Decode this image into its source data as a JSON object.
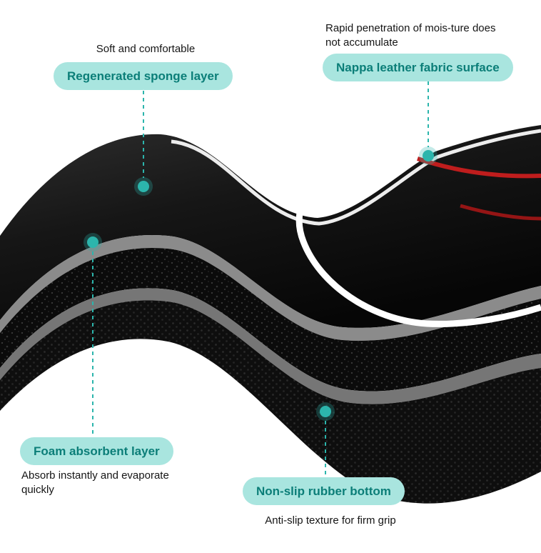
{
  "colors": {
    "accent_teal": "#2cb5ac",
    "badge_bg": "#a9e5df",
    "badge_text": "#0b7e78",
    "note_text": "#151515",
    "product_black": "#111111",
    "stripe_white": "#ffffff",
    "stripe_red": "#b51c1c",
    "background": "#ffffff"
  },
  "callouts": {
    "sponge": {
      "note": "Soft and comfortable",
      "label": "Regenerated sponge layer"
    },
    "leather": {
      "note_line_1": "Rapid penetration of mois-ture does",
      "note_line_2": "not accumulate",
      "label": "Nappa leather fabric surface"
    },
    "foam": {
      "label": "Foam absorbent layer",
      "note_line_1": "Absorb instantly and evaporate",
      "note_line_2": "quickly"
    },
    "rubber": {
      "label": "Non-slip rubber bottom",
      "note": "Anti-slip texture for firm grip"
    }
  }
}
